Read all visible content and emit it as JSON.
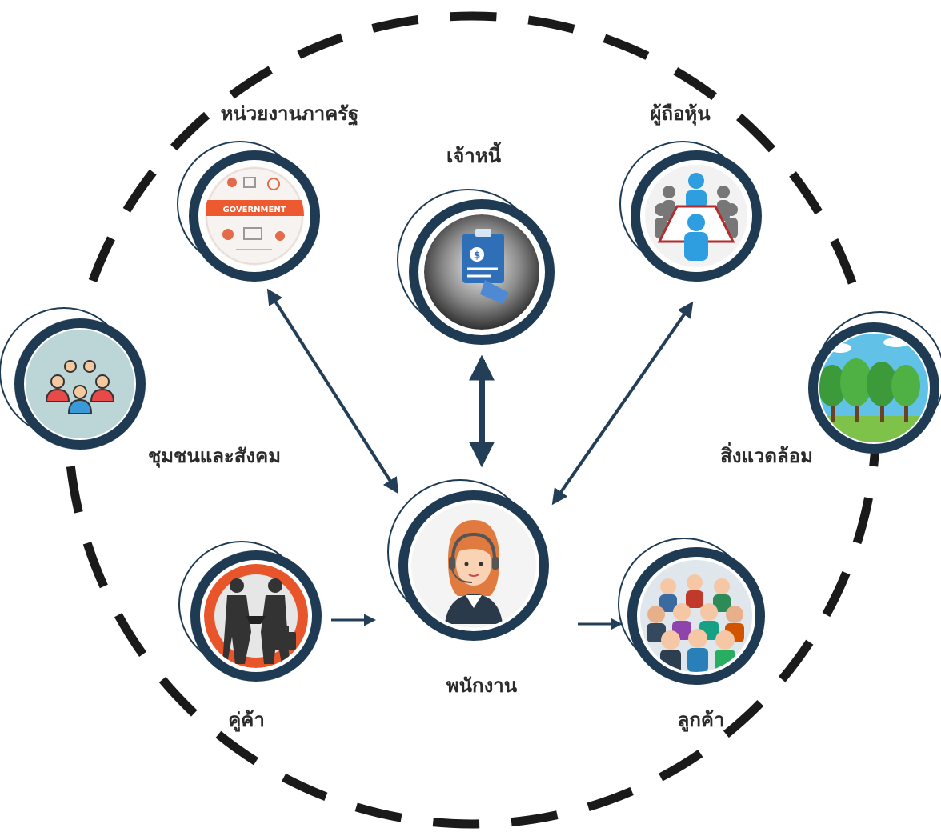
{
  "diagram": {
    "center": {
      "label": "พนักงาน",
      "icon": "call-center-agent-icon"
    },
    "nodes": [
      {
        "id": "government",
        "label": "หน่วยงานภาครัฐ",
        "icon": "government-infographic-icon",
        "banner_text": "GOVERNMENT"
      },
      {
        "id": "creditor",
        "label": "เจ้าหนี้",
        "icon": "financial-document-icon"
      },
      {
        "id": "shareholder",
        "label": "ผู้ถือหุ้น",
        "icon": "boardroom-meeting-icon"
      },
      {
        "id": "community",
        "label": "ชุมชนและสังคม",
        "icon": "community-group-icon"
      },
      {
        "id": "environment",
        "label": "สิ่งแวดล้อม",
        "icon": "forest-trees-icon"
      },
      {
        "id": "partner",
        "label": "คู่ค้า",
        "icon": "handshake-icon"
      },
      {
        "id": "customer",
        "label": "ลูกค้า",
        "icon": "customer-crowd-icon"
      }
    ],
    "connections": [
      {
        "from": "government",
        "to": "center",
        "type": "bidirectional"
      },
      {
        "from": "creditor",
        "to": "center",
        "type": "bidirectional"
      },
      {
        "from": "shareholder",
        "to": "center",
        "type": "bidirectional"
      },
      {
        "from": "partner",
        "to": "center",
        "type": "one-way"
      },
      {
        "from": "center",
        "to": "customer",
        "type": "one-way"
      }
    ],
    "colors": {
      "ring": "#1a1a1a",
      "circle_border": "#1f3b53",
      "arrow": "#233e57",
      "label": "#2b2b2b",
      "handshake_bg": "#e8552a",
      "community_bg": "#bcd6d8",
      "sky": "#62c1e6",
      "trees": "#3d9a3a"
    }
  }
}
